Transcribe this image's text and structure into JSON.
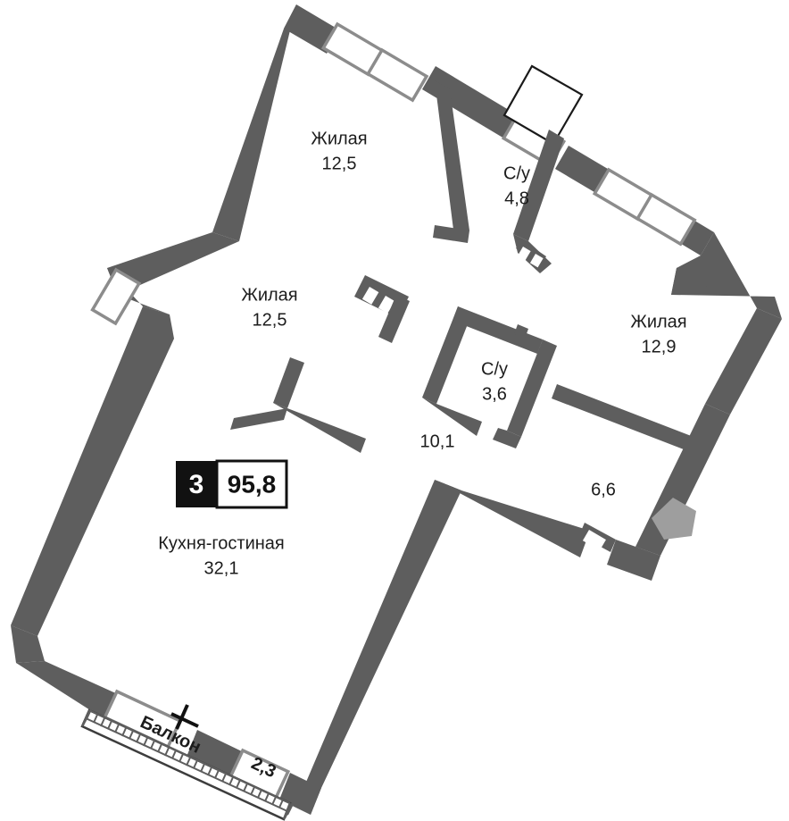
{
  "plan": {
    "type": "apartment-floor-plan",
    "badge": {
      "rooms": "3",
      "total_area": "95,8"
    },
    "rooms": [
      {
        "id": "living-room-1",
        "name": "Жилая",
        "area": "12,5"
      },
      {
        "id": "living-room-2",
        "name": "Жилая",
        "area": "12,5"
      },
      {
        "id": "living-room-3",
        "name": "Жилая",
        "area": "12,9"
      },
      {
        "id": "bathroom-1",
        "name": "С/у",
        "area": "4,8"
      },
      {
        "id": "bathroom-2",
        "name": "С/у",
        "area": "3,6"
      },
      {
        "id": "kitchen-living",
        "name": "Кухня-гостиная",
        "area": "32,1"
      }
    ],
    "unlabeled_areas": [
      {
        "id": "hall-area",
        "area": "10,1"
      },
      {
        "id": "corridor-area",
        "area": "6,6"
      }
    ],
    "balcony": {
      "name": "Балкон",
      "area": "2,3"
    },
    "colors": {
      "wall": "#5e5e5e",
      "thin_wall": "#808080",
      "window": "#ffffff",
      "text": "#1c1c1c",
      "badge_dark": "#111111",
      "door_marker": "#9e9e9e",
      "background": "#ffffff"
    }
  }
}
